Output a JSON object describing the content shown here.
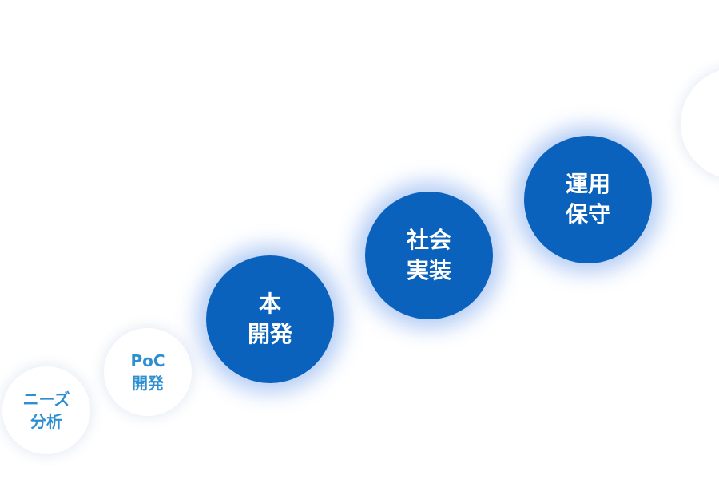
{
  "colors": {
    "light_text": "#2e8fd0",
    "dark_fill": "#0a62bd",
    "dark_text": "#ffffff"
  },
  "steps": [
    {
      "lines": [
        "ニーズ",
        "分析"
      ],
      "style": "light"
    },
    {
      "lines": [
        "PoC",
        "開発"
      ],
      "style": "light"
    },
    {
      "lines": [
        "本",
        "開発"
      ],
      "style": "dark"
    },
    {
      "lines": [
        "社会",
        "実装"
      ],
      "style": "dark"
    },
    {
      "lines": [
        "運用",
        "保守"
      ],
      "style": "dark"
    },
    {
      "lines": [],
      "style": "light"
    }
  ]
}
